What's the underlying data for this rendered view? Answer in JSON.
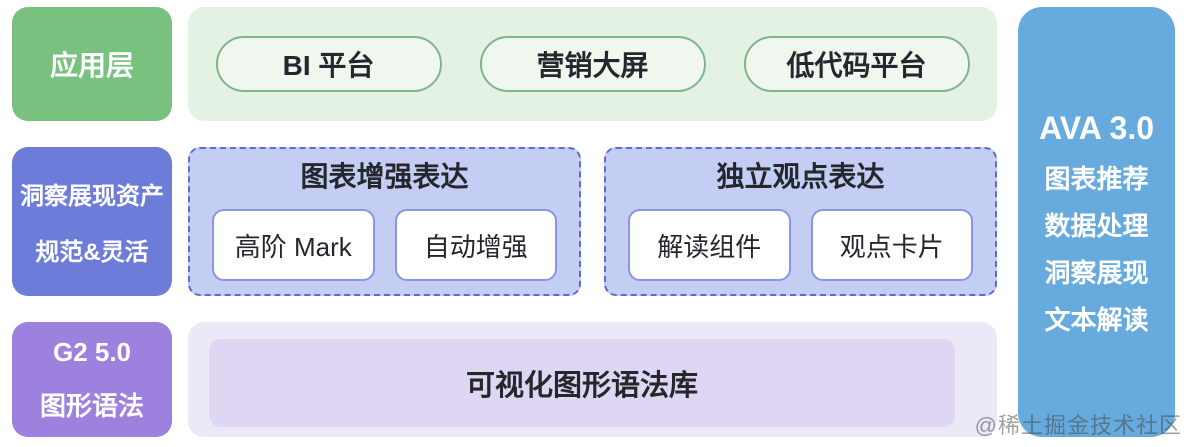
{
  "diagram": {
    "left_column": {
      "app_layer": {
        "label": "应用层",
        "bg": "#78c17e"
      },
      "insight_assets": {
        "line1": "洞察展现资产",
        "line2": "规范&灵活",
        "bg": "#6d7cd9"
      },
      "g2": {
        "line1": "G2 5.0",
        "line2": "图形语法",
        "bg": "#9c81de"
      }
    },
    "application_row": {
      "container_bg": "#e4f2e3",
      "pill_border": "#7cb689",
      "pills": [
        {
          "label": "BI 平台"
        },
        {
          "label": "营销大屏"
        },
        {
          "label": "低代码平台"
        }
      ]
    },
    "insight_row": {
      "group_bg": "#c4cdf3",
      "group_border": "#5a6cd1",
      "item_border": "#8a96e0",
      "groups": [
        {
          "title": "图表增强表达",
          "items": [
            {
              "label": "高阶 Mark"
            },
            {
              "label": "自动增强"
            }
          ]
        },
        {
          "title": "独立观点表达",
          "items": [
            {
              "label": "解读组件"
            },
            {
              "label": "观点卡片"
            }
          ]
        }
      ]
    },
    "grammar_row": {
      "container_bg": "#ebe9f8",
      "inner_bg": "#ded6f3",
      "inner_label": "可视化图形语法库"
    },
    "right_panel": {
      "bg": "#67aadd",
      "title": "AVA 3.0",
      "items": [
        {
          "label": "图表推荐"
        },
        {
          "label": "数据处理"
        },
        {
          "label": "洞察展现"
        },
        {
          "label": "文本解读"
        }
      ]
    },
    "watermark": {
      "text": "@稀土掘金技术社区"
    }
  }
}
